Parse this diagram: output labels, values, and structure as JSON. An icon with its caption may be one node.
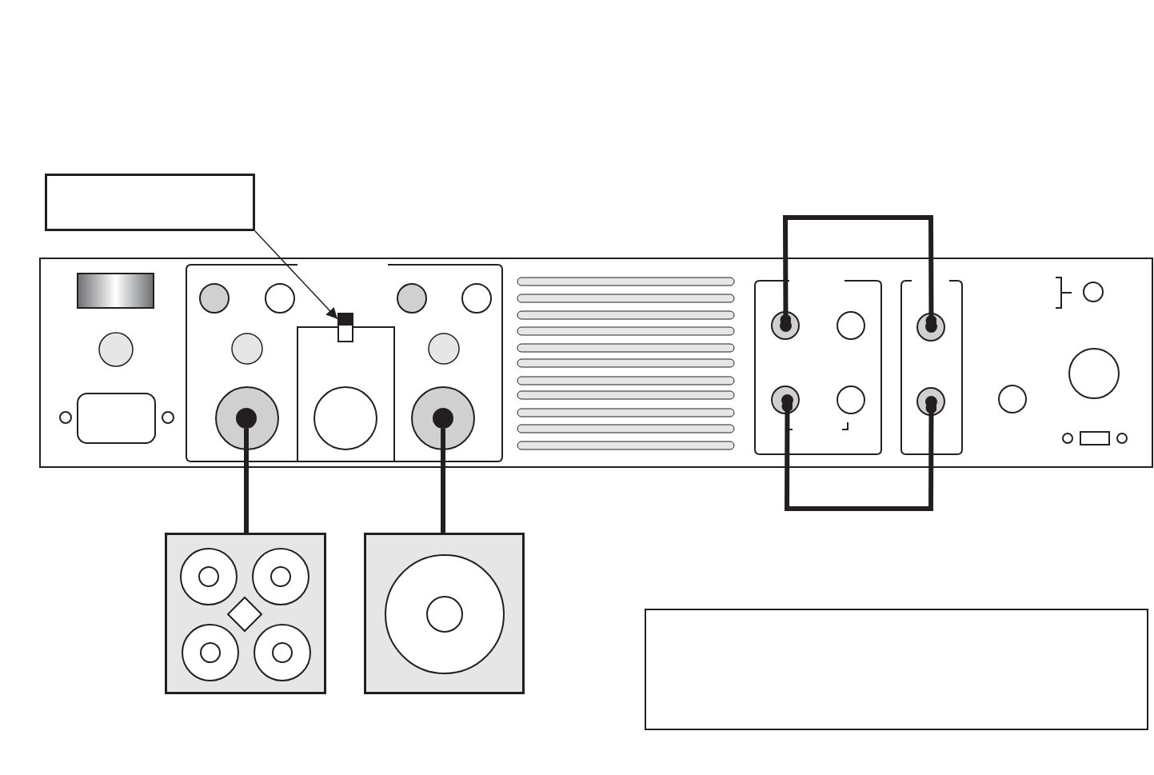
{
  "diagram": {
    "nodes": [
      {
        "text": [],
        "shape": "box"
      },
      {
        "text": [],
        "shape": "box"
      },
      {
        "text": [],
        "shape": "box",
        "in": 1
      },
      {
        "text": [],
        "shape": "circle",
        "in": 1
      },
      {
        "text": [],
        "shape": "circle",
        "in": 1
      },
      {
        "text": [],
        "shape": "circle",
        "in": 1
      },
      {
        "text": [],
        "shape": "circle",
        "in": 1
      },
      {
        "text": [],
        "shape": "circle",
        "in": 1
      },
      {
        "text": [],
        "shape": "circle",
        "in": 1
      },
      {
        "text": [],
        "shape": "box"
      },
      {
        "text": [],
        "shape": "box"
      },
      {
        "text": [],
        "shape": "box"
      }
    ],
    "edges": [
      {
        "from": 0,
        "to": 2,
        "arrow": "to"
      },
      {
        "from": 3,
        "to": 9,
        "arrow": "none"
      },
      {
        "from": 4,
        "to": 10,
        "arrow": "none"
      },
      {
        "from": 5,
        "to": 7,
        "arrow": "other"
      },
      {
        "from": 6,
        "to": 8,
        "arrow": "other"
      }
    ]
  }
}
